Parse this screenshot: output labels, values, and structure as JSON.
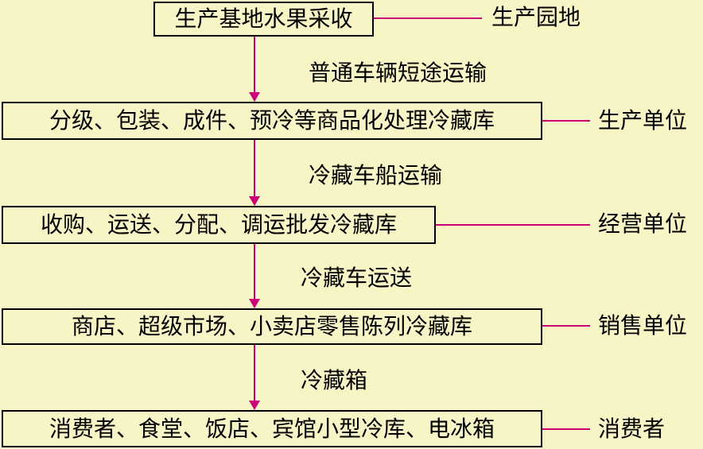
{
  "stages": [
    {
      "text": "生产基地水果采收",
      "role": "生产园地"
    },
    {
      "text": "分级、包装、成件、预冷等商品化处理冷藏库",
      "role": "生产单位"
    },
    {
      "text": "收购、运送、分配、调运批发冷藏库",
      "role": "经营单位"
    },
    {
      "text": "商店、超级市场、小卖店零售陈列冷藏库",
      "role": "销售单位"
    },
    {
      "text": "消费者、食堂、饭店、宾馆小型冷库、电冰箱",
      "role": "消费者"
    }
  ],
  "transports": [
    "普通车辆短途运输",
    "冷藏车船运输",
    "冷藏车运送",
    "冷藏箱"
  ],
  "colors": {
    "background": "#f7f4c6",
    "connector": "#cc0077",
    "border": "#000000"
  }
}
